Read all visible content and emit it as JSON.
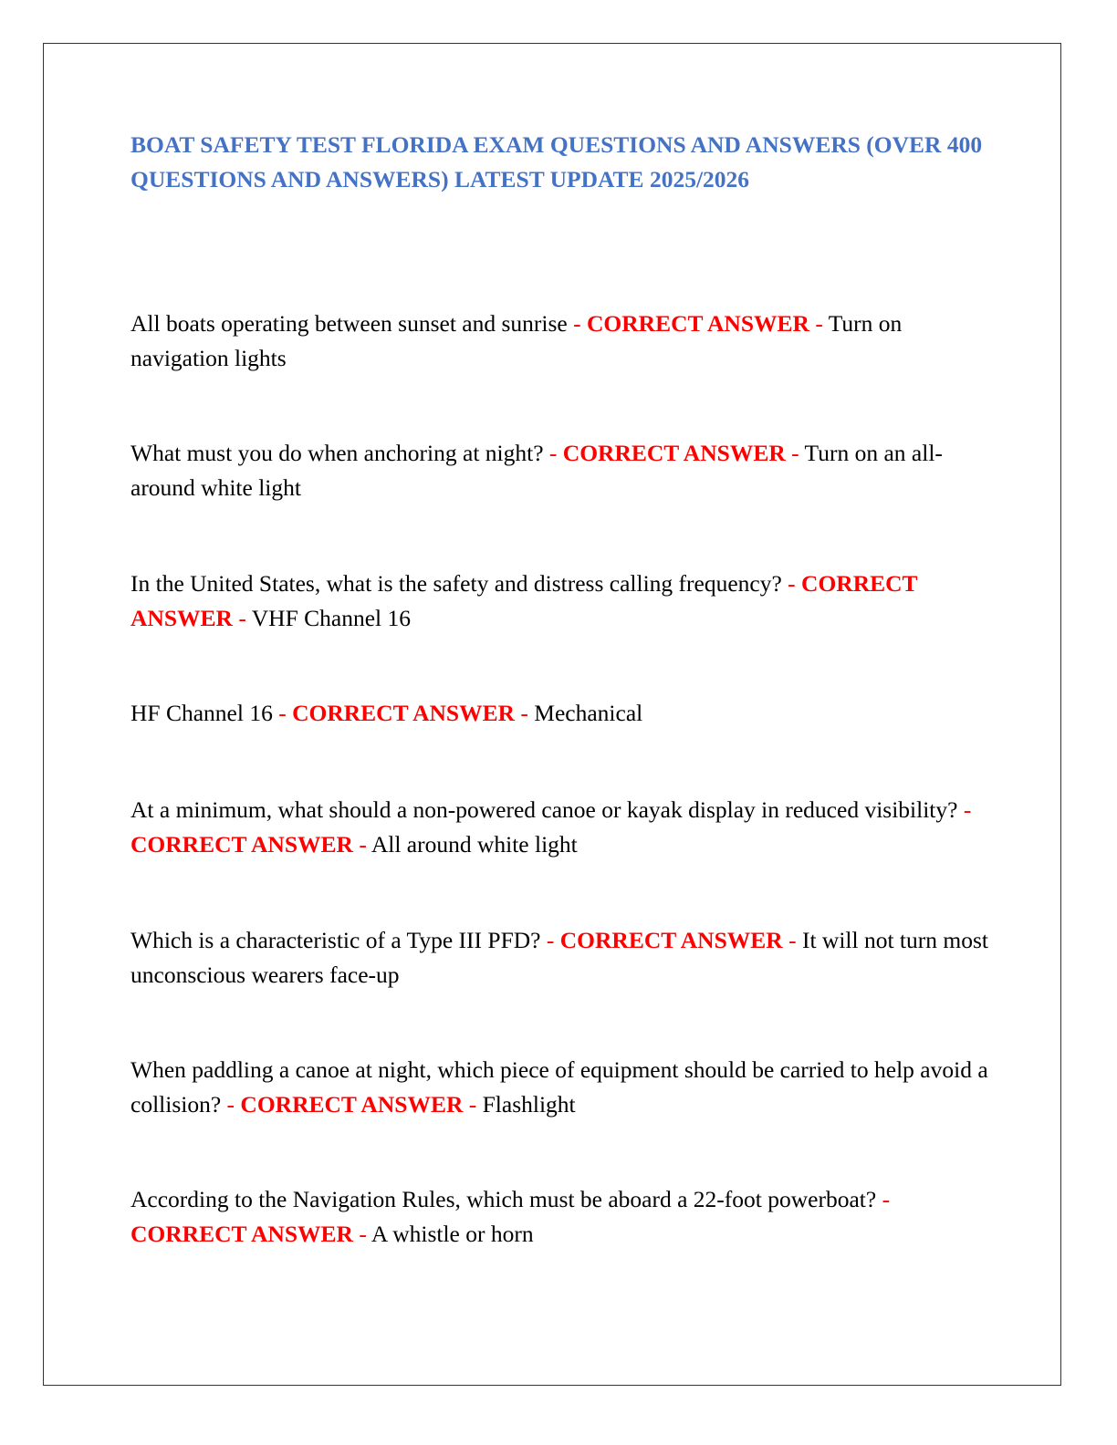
{
  "document": {
    "title": "BOAT SAFETY TEST FLORIDA EXAM QUESTIONS AND ANSWERS (OVER 400 QUESTIONS AND ANSWERS) LATEST UPDATE 2025/2026",
    "separator": "-",
    "answer_label": "CORRECT ANSWER",
    "accent_color": "#4472c4",
    "answer_color": "#ff0000",
    "items": [
      {
        "question": "All boats operating between sunset and sunrise",
        "answer": "Turn on navigation lights"
      },
      {
        "question": "What must you do when anchoring at night?",
        "answer": "Turn on an all-around white light"
      },
      {
        "question": "In the United States, what is the safety and distress calling frequency?",
        "answer": "VHF Channel 16"
      },
      {
        "question": "HF Channel 16",
        "answer": "Mechanical"
      },
      {
        "question": "At a minimum, what should a non-powered canoe or kayak display in reduced visibility?",
        "answer": "All around white light"
      },
      {
        "question": "Which is a characteristic of a Type III PFD?",
        "answer": "It will not turn most unconscious wearers face-up"
      },
      {
        "question": "When paddling a canoe at night, which piece of equipment should be carried to help avoid a collision?",
        "answer": "Flashlight"
      },
      {
        "question": "According to the Navigation Rules, which must be aboard a 22-foot powerboat?",
        "answer": "A whistle or horn"
      }
    ]
  }
}
